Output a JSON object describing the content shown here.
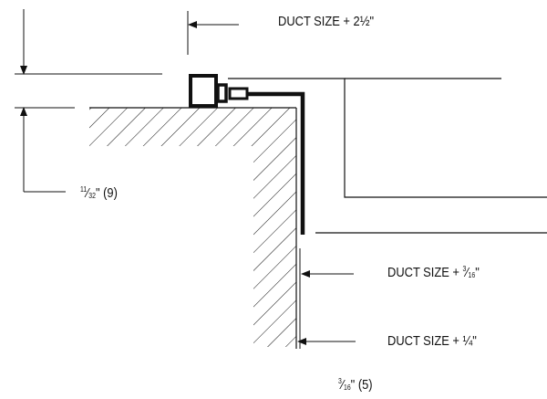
{
  "labels": {
    "top_dim": "DUCT SIZE + 2½\"",
    "gap_dim": {
      "num": "11",
      "den": "32",
      "suffix": "\" (9)"
    },
    "mid_dim": {
      "prefix": "DUCT SIZE + ",
      "num": "3",
      "den": "16",
      "suffix": "\""
    },
    "low_dim": "DUCT SIZE + ¼\"",
    "thickness_dim": {
      "num": "3",
      "den": "16",
      "suffix": "\" (5)"
    }
  },
  "colors": {
    "line": "#111111",
    "background": "#ffffff"
  }
}
